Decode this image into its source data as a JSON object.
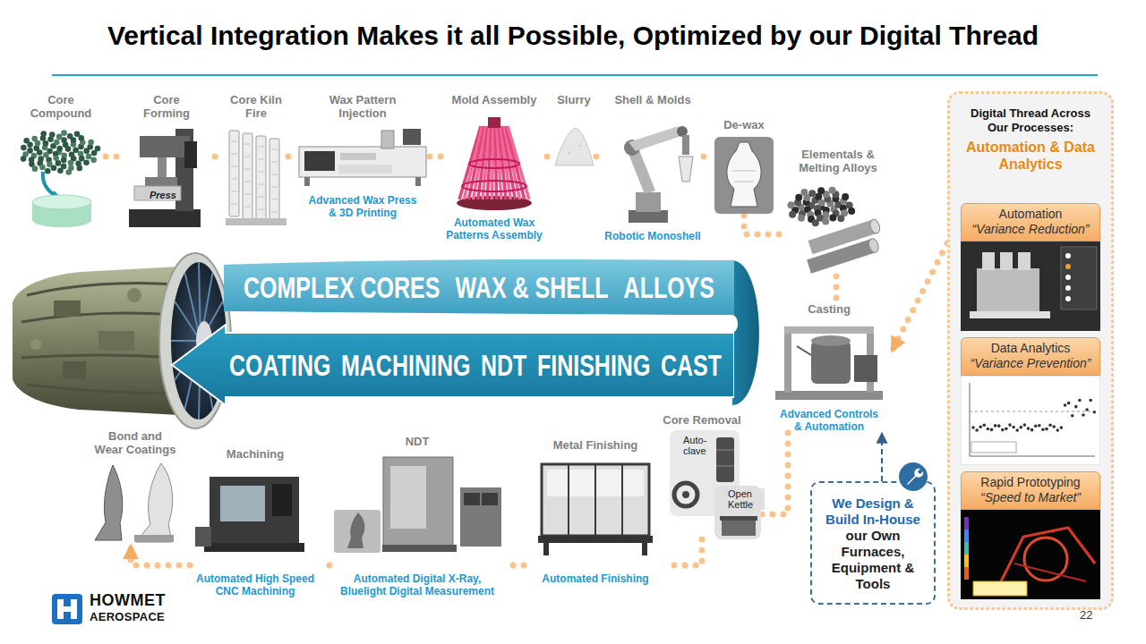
{
  "diagram": {
    "title": "Vertical Integration Makes it all Possible, Optimized by our Digital Thread",
    "nodes": [
      {
        "text": [
          "Core Compound"
        ]
      },
      {
        "text": [
          "Core Forming"
        ]
      },
      {
        "text": [
          "Core Kiln Fire"
        ]
      },
      {
        "text": [
          "Wax Pattern Injection",
          "Advanced Wax Press & 3D Printing"
        ]
      },
      {
        "text": [
          "Mold Assembly",
          "Automated Wax Patterns Assembly"
        ]
      },
      {
        "text": [
          "Slurry"
        ]
      },
      {
        "text": [
          "Shell & Molds",
          "Robotic Monoshell"
        ]
      },
      {
        "text": [
          "De-wax"
        ]
      },
      {
        "text": [
          "Elementals & Melting Alloys"
        ]
      },
      {
        "text": [
          "Casting",
          "Advanced Controls & Automation"
        ]
      },
      {
        "text": [
          "Core Removal"
        ]
      },
      {
        "text": [
          "Metal Finishing",
          "Automated Finishing"
        ]
      },
      {
        "text": [
          "NDT",
          "Automated Digital X-Ray, Bluelight Digital Measurement"
        ]
      },
      {
        "text": [
          "Machining",
          "Automated High Speed CNC Machining"
        ]
      },
      {
        "text": [
          "Bond and Wear Coatings"
        ]
      },
      {
        "text": [
          "COMPLEX CORES",
          "WAX & SHELL",
          "ALLOYS"
        ]
      },
      {
        "text": [
          "COATING",
          "MACHINING",
          "NDT",
          "FINISHING",
          "CAST"
        ]
      },
      {
        "text": [
          "We Design & Build In-House",
          "our Own Furnaces, Equipment & Tools"
        ]
      },
      {
        "text": [
          "Digital Thread Across Our Processes:",
          "Automation & Data Analytics"
        ]
      },
      {
        "text": [
          "Automation",
          "“Variance Reduction”"
        ],
        "in": 18
      },
      {
        "text": [
          "Data Analytics",
          "“Variance Prevention”"
        ],
        "in": 18
      },
      {
        "text": [
          "Rapid Prototyping",
          "“Speed to Market”"
        ],
        "in": 18
      }
    ],
    "edges": [
      {
        "from": 0,
        "to": 1,
        "arrow": "none"
      },
      {
        "from": 1,
        "to": 2,
        "arrow": "none"
      },
      {
        "from": 2,
        "to": 3,
        "arrow": "none"
      },
      {
        "from": 3,
        "to": 4,
        "arrow": "none"
      },
      {
        "from": 4,
        "to": 5,
        "arrow": "none"
      },
      {
        "from": 5,
        "to": 6,
        "arrow": "none"
      },
      {
        "from": 6,
        "to": 7,
        "arrow": "none"
      },
      {
        "from": 7,
        "to": 8,
        "arrow": "none"
      },
      {
        "from": 8,
        "to": 9,
        "arrow": "none"
      },
      {
        "from": 9,
        "to": 10,
        "arrow": "none"
      },
      {
        "from": 10,
        "to": 11,
        "arrow": "none"
      },
      {
        "from": 11,
        "to": 12,
        "arrow": "none"
      },
      {
        "from": 12,
        "to": 13,
        "arrow": "none"
      },
      {
        "from": 13,
        "to": 14,
        "arrow": "to"
      },
      {
        "from": 18,
        "to": 9,
        "arrow": "to"
      },
      {
        "from": 17,
        "to": 9,
        "arrow": "to"
      }
    ],
    "labels": [
      "Press",
      "Auto-clave",
      "Open Kettle",
      "HOWMET",
      "AEROSPACE",
      "22"
    ]
  }
}
